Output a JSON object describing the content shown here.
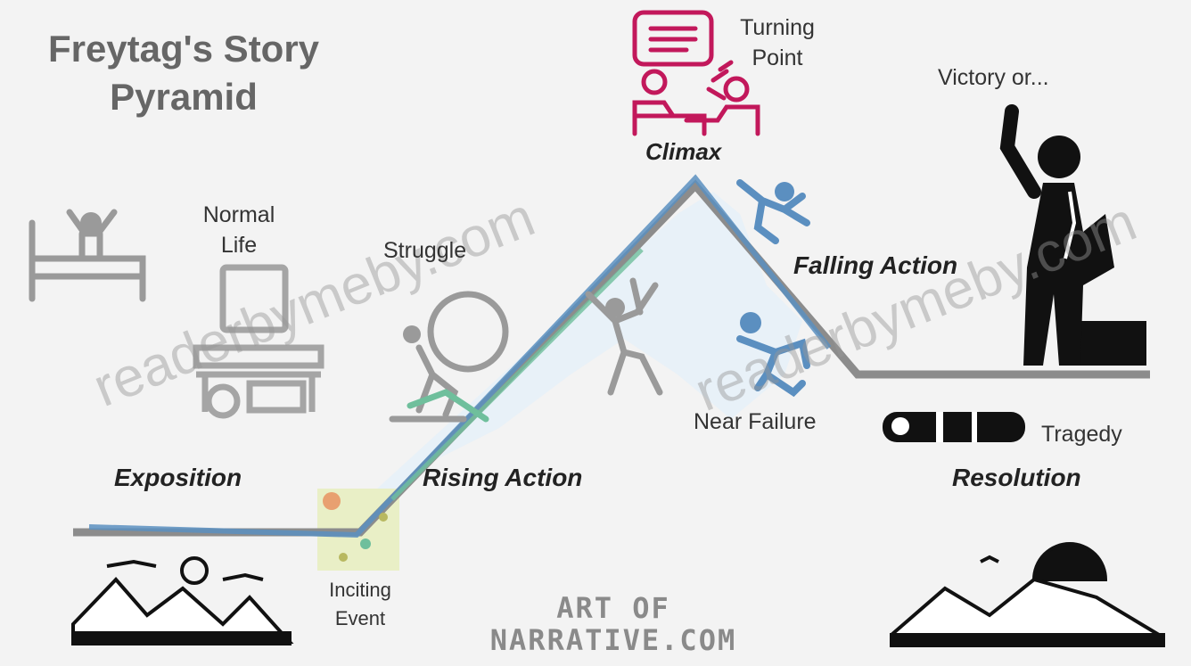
{
  "title_line1": "Freytag's Story",
  "title_line2": "Pyramid",
  "stages": {
    "exposition": "Exposition",
    "rising_action": "Rising Action",
    "climax": "Climax",
    "falling_action": "Falling Action",
    "resolution": "Resolution"
  },
  "notes": {
    "normal_line1": "Normal",
    "normal_line2": "Life",
    "struggle": "Struggle",
    "turning_line1": "Turning",
    "turning_line2": "Point",
    "victory": "Victory or...",
    "near_failure": "Near Failure",
    "tragedy": "Tragedy",
    "inciting_line1": "Inciting",
    "inciting_line2": "Event"
  },
  "logo_line1": "ART OF",
  "logo_line2": "NARRATIVE.COM",
  "watermark": "readerbymeby.com",
  "colors": {
    "gray_line": "#8c8c8c",
    "blue_line": "#5b8fc0",
    "teal": "#6fbf9c",
    "pink": "#c2185b",
    "sky": "#cfe6f5"
  }
}
